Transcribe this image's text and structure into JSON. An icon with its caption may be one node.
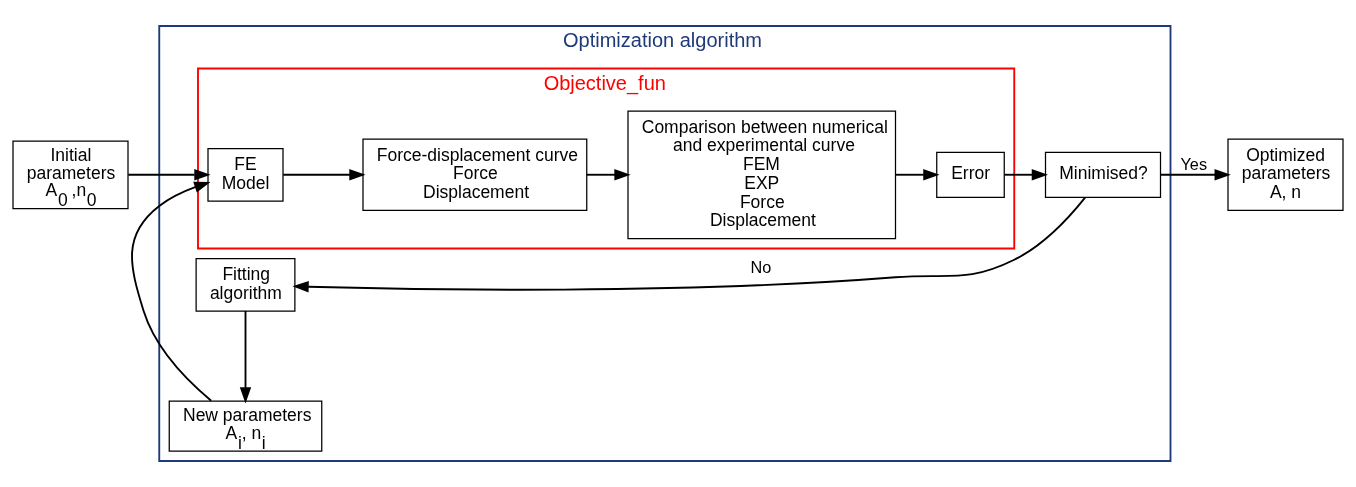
{
  "diagram": {
    "nodes": [
      {
        "text": [
          "Optimization algorithm"
        ]
      },
      {
        "text": [
          "Objective_fun"
        ],
        "in": 0
      },
      {
        "text": [
          "Initial parameters A$_{0}$ ,n$_{0}$"
        ]
      },
      {
        "text": [
          "FE Model"
        ],
        "in": 1
      },
      {
        "text": [
          "Force-displacement curve",
          "Force",
          "Displacement"
        ],
        "in": 1
      },
      {
        "text": [
          "Comparison between numerical and experimental curve",
          "FEM",
          "EXP",
          "Force",
          "Displacement"
        ],
        "in": 1
      },
      {
        "text": [
          "Error"
        ],
        "in": 1
      },
      {
        "text": [
          "Minimised?"
        ],
        "in": 0
      },
      {
        "text": [
          "Optimized parameters A, n"
        ]
      },
      {
        "text": [
          "Fitting algorithm"
        ],
        "in": 0
      },
      {
        "text": [
          "New parameters A$_{i}$, n$_{i}$"
        ],
        "in": 0
      }
    ],
    "edges": [
      {
        "from": 2,
        "to": 3,
        "arrow": "to"
      },
      {
        "from": 3,
        "to": 4,
        "arrow": "to"
      },
      {
        "from": 4,
        "to": 5,
        "arrow": "to"
      },
      {
        "from": 5,
        "to": 6,
        "arrow": "to"
      },
      {
        "from": 6,
        "to": 7,
        "arrow": "to"
      },
      {
        "from": 7,
        "to": 8,
        "arrow": "to",
        "label": "Yes"
      },
      {
        "from": 7,
        "to": 9,
        "arrow": "to",
        "label": "No"
      },
      {
        "from": 9,
        "to": 10,
        "arrow": "to"
      },
      {
        "from": 10,
        "to": 3,
        "arrow": "to"
      }
    ]
  }
}
